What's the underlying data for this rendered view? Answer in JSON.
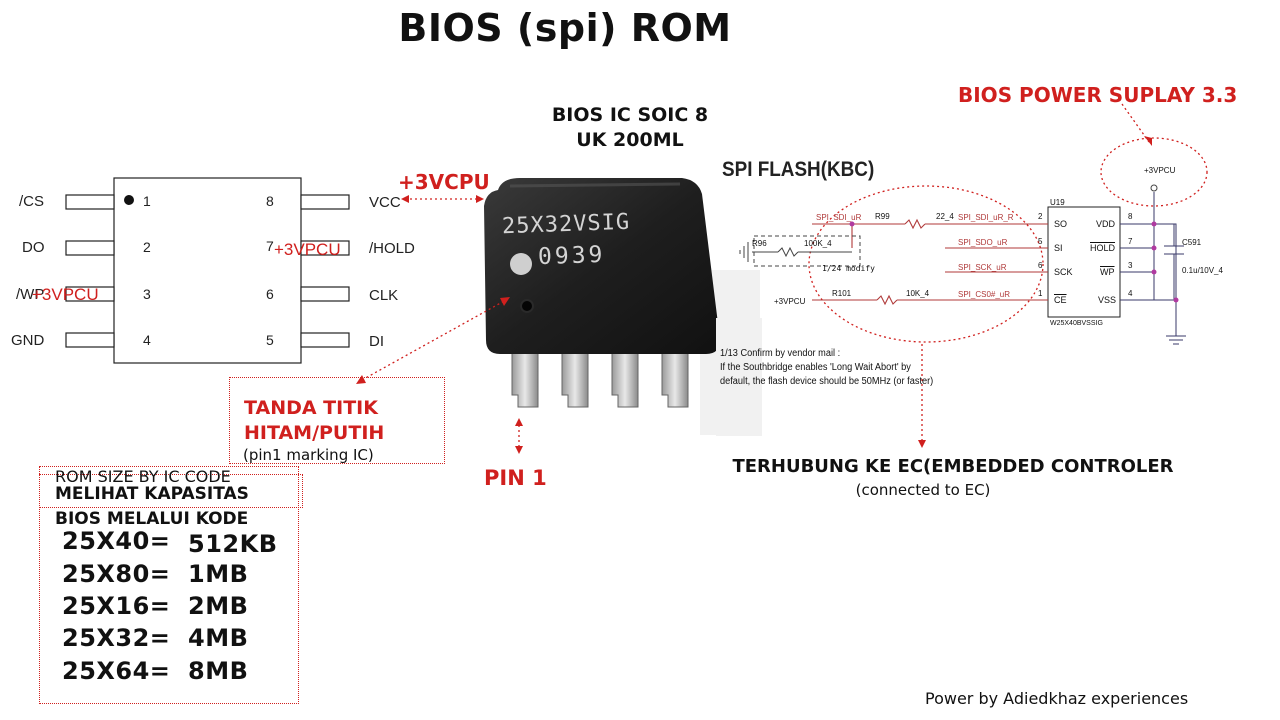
{
  "title": "BIOS (spi) ROM",
  "pinout": {
    "left_pins": [
      {
        "num": "1",
        "label": "/CS"
      },
      {
        "num": "2",
        "label": "DO"
      },
      {
        "num": "3",
        "label": "/WP"
      },
      {
        "num": "4",
        "label": "GND"
      }
    ],
    "right_pins": [
      {
        "num": "8",
        "label": "VCC"
      },
      {
        "num": "7",
        "label": "/HOLD"
      },
      {
        "num": "6",
        "label": "CLK"
      },
      {
        "num": "5",
        "label": "DI"
      }
    ],
    "vpcu_tag_wp": "+3VPCU",
    "vpcu_tag_hold": "+3VPCU"
  },
  "chip": {
    "heading_line1": "BIOS IC SOIC 8",
    "heading_line2": "UK 200ML",
    "marking_line1": "25X32VSIG",
    "marking_line2": "0939",
    "vcc_arrow_label": "+3VCPU",
    "pin1_label": "PIN 1"
  },
  "dot_note": {
    "line1": "TANDA TITIK",
    "line2": "HITAM/PUTIH",
    "line3": "(pin1 marking IC)"
  },
  "schematic": {
    "heading": "SPI FLASH(KBC)",
    "power_note": "BIOS POWER SUPLAY 3.3",
    "vpcu_top": "+3VPCU",
    "vpcu_left": "+3VPCU",
    "ic_ref": "U19",
    "ic_part": "W25X40BVSSIG",
    "ic_pins_left": [
      "SO",
      "SI",
      "SCK",
      "CE"
    ],
    "ic_pins_right": [
      "VDD",
      "HOLD",
      "WP",
      "VSS"
    ],
    "ic_pin_nums_left": [
      "2",
      "5",
      "6",
      "1"
    ],
    "ic_pin_nums_right": [
      "8",
      "7",
      "3",
      "4"
    ],
    "nets": [
      "SPI_SDI_uR",
      "SPI_SDI_uR_R",
      "SPI_SDO_uR",
      "SPI_SCK_uR",
      "SPI_CS0#_uR"
    ],
    "r99": "R99",
    "r99_val": "22_4",
    "r96": "R96",
    "r96_val": "100K_4",
    "r101": "R101",
    "r101_val": "10K_4",
    "cap_ref": "C591",
    "cap_val": "0.1u/10V_4",
    "modify_note": "1/24 modify",
    "vendor_note_line1": "1/13 Confirm by vendor mail :",
    "vendor_note_line2": "If the Southbridge enables 'Long Wait Abort' by",
    "vendor_note_line3": "default, the flash device should be 50MHz (or faster)",
    "ec_line1": "TERHUBUNG KE EC(EMBEDDED CONTROLER",
    "ec_line2": "(connected to EC)"
  },
  "rom_table": {
    "overlap_text": "ROM SIZE BY IC CODE",
    "line1": "MELIHAT KAPASITAS",
    "line2": "BIOS MELALUI KODE",
    "rows": [
      {
        "code": "25X40=",
        "size": "512KB"
      },
      {
        "code": "25X80=",
        "size": "1MB"
      },
      {
        "code": "25X16=",
        "size": "2MB"
      },
      {
        "code": "25X32=",
        "size": "4MB"
      },
      {
        "code": "25X64=",
        "size": "8MB"
      }
    ]
  },
  "credit": "Power by Adiedkhaz experiences"
}
